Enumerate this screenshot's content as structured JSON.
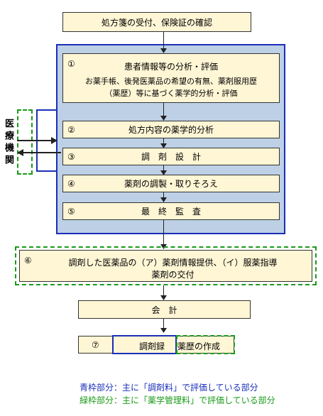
{
  "steps": {
    "top": "処方箋の受付、保険証の確認",
    "s1_num": "①",
    "s1_title": "患者情報等の分析・評価",
    "s1_desc1": "お薬手帳、後発医薬品の希望の有無、薬剤服用歴",
    "s1_desc2": "（薬歴）等に基づく薬学的分析・評価",
    "s2_num": "②",
    "s2": "処方内容の薬学的分析",
    "s3_num": "③",
    "s3": "調　剤　設　計",
    "s4_num": "④",
    "s4": "薬剤の調製・取りそろえ",
    "s5_num": "⑤",
    "s5": "最　終　監　査",
    "s6_num": "⑥",
    "s6_line1": "調剤した医薬品の（ア）薬剤情報提供、（イ）服薬指導",
    "s6_line2": "薬剤の交付",
    "kaikei": "会　計",
    "s7_num": "⑦",
    "s7_a": "調剤録",
    "s7_b": "薬歴の作成"
  },
  "side_label": "医療機関",
  "legend": {
    "blue": "青枠部分：主に「調剤料」で評価している部分",
    "green": "緑枠部分：主に「薬学管理料」で評価している部分"
  },
  "colors": {
    "box_fill": "#fff6d5",
    "panel": "#bdd0e6",
    "blue": "#1a2fb8",
    "green": "#1a9a1a"
  }
}
